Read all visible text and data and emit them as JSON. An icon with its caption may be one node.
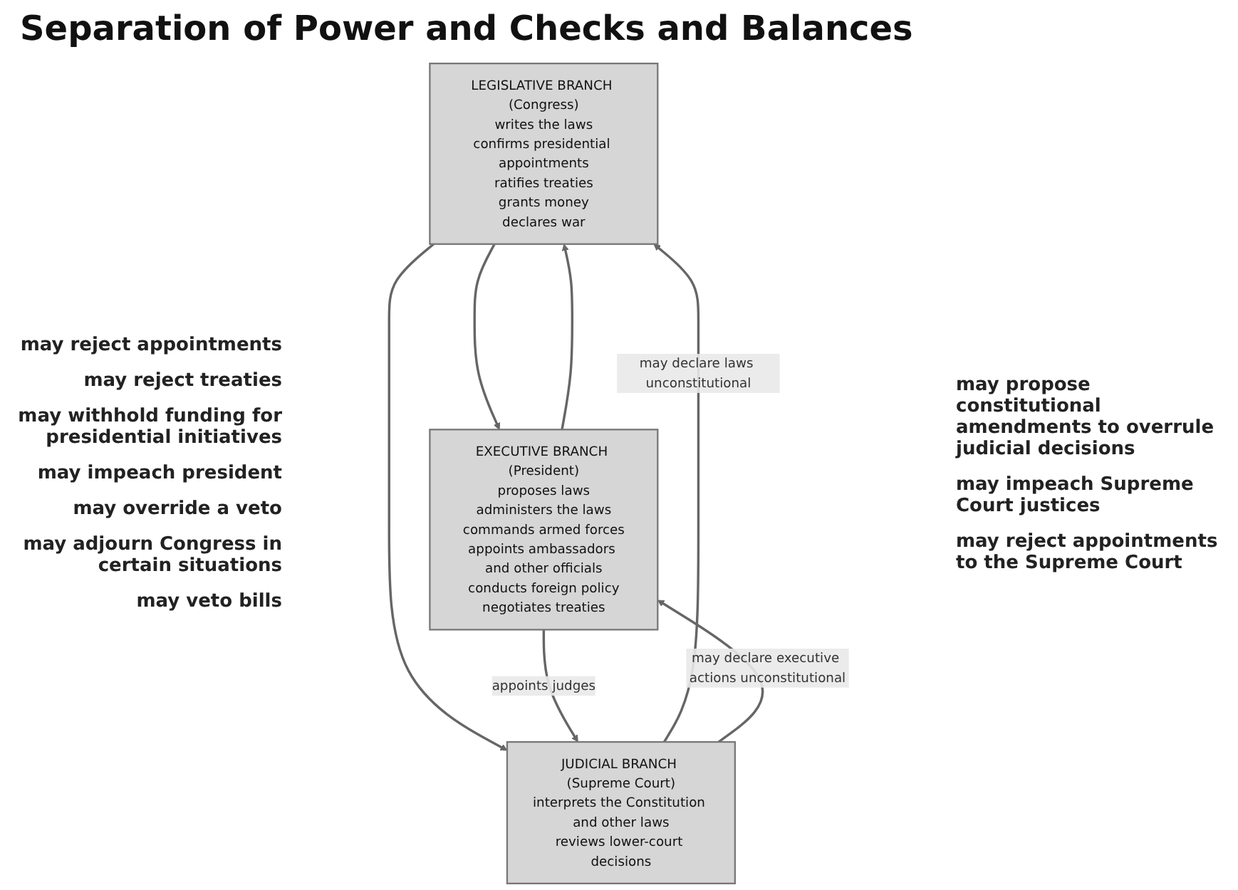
{
  "diagram": {
    "title": "Separation of Power and Checks and Balances",
    "nodes": [
      {
        "text": [
          "LEGISLATIVE BRANCH (Congress)",
          "writes the laws",
          "confirms presidential appointments",
          "ratifies treaties",
          "grants money",
          "declares war"
        ]
      },
      {
        "text": [
          "EXECUTIVE BRANCH (President)",
          "proposes laws",
          "administers the laws",
          "commands armed forces",
          "appoints ambassadors and other officials",
          "conducts foreign policy",
          "negotiates treaties"
        ]
      },
      {
        "text": [
          "JUDICIAL BRANCH (Supreme Court)",
          "interprets the Constitution and other laws",
          "reviews lower-court decisions"
        ]
      }
    ],
    "edges": [
      {
        "from": 0,
        "to": 1,
        "arrow": "to"
      },
      {
        "from": 1,
        "to": 0,
        "arrow": "to"
      },
      {
        "from": 0,
        "to": 2,
        "arrow": "to"
      },
      {
        "from": 2,
        "to": 0,
        "arrow": "to",
        "label": "may declare laws unconstitutional"
      },
      {
        "from": 2,
        "to": 1,
        "arrow": "to",
        "label": "may declare executive actions unconstitutional"
      },
      {
        "from": 1,
        "to": 2,
        "arrow": "to",
        "label": "appoints judges"
      }
    ],
    "labels": [
      "may reject appointments",
      "may reject treaties",
      "may withhold funding for presidential initiatives",
      "may impeach president",
      "may override a veto",
      "may adjourn Congress in certain situations",
      "may veto bills",
      "may propose constitutional amendments to overrule judicial decisions",
      "may impeach Supreme Court justices",
      "may reject appointments to the Supreme Court"
    ]
  }
}
